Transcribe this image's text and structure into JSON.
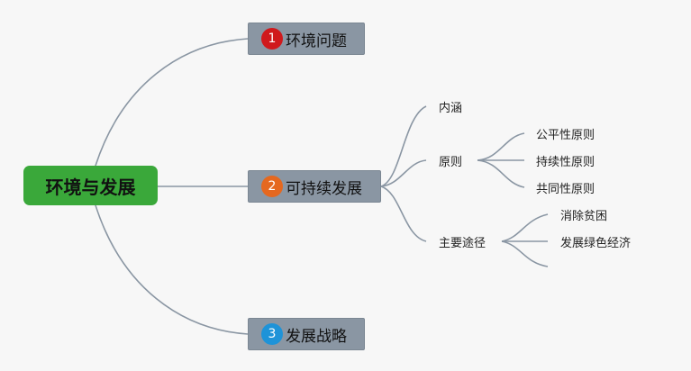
{
  "root": {
    "label": "环境与发展"
  },
  "branches": [
    {
      "number": "1",
      "label": "环境问题",
      "color": "#d0191c"
    },
    {
      "number": "2",
      "label": "可持续发展",
      "color": "#e5681f"
    },
    {
      "number": "3",
      "label": "发展战略",
      "color": "#1e93d8"
    }
  ],
  "sustainable": {
    "connotation": "内涵",
    "principles": {
      "label": "原则",
      "items": [
        "公平性原则",
        "持续性原则",
        "共同性原则"
      ]
    },
    "approaches": {
      "label": "主要途径",
      "items": [
        "消除贫困",
        "发展绿色经济"
      ]
    }
  },
  "colors": {
    "line": "#8a96a3",
    "root": "#3aa83a",
    "branch": "#8a96a3"
  }
}
